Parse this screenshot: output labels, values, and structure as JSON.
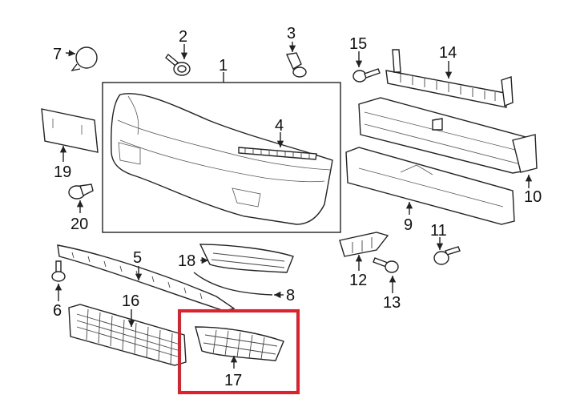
{
  "diagram": {
    "callouts": [
      "1",
      "2",
      "3",
      "4",
      "5",
      "6",
      "7",
      "8",
      "9",
      "10",
      "11",
      "12",
      "13",
      "14",
      "15",
      "16",
      "17",
      "18",
      "19",
      "20"
    ],
    "highlight": {
      "part": "17",
      "color": "#e0202a"
    },
    "line_color": "#222222"
  }
}
